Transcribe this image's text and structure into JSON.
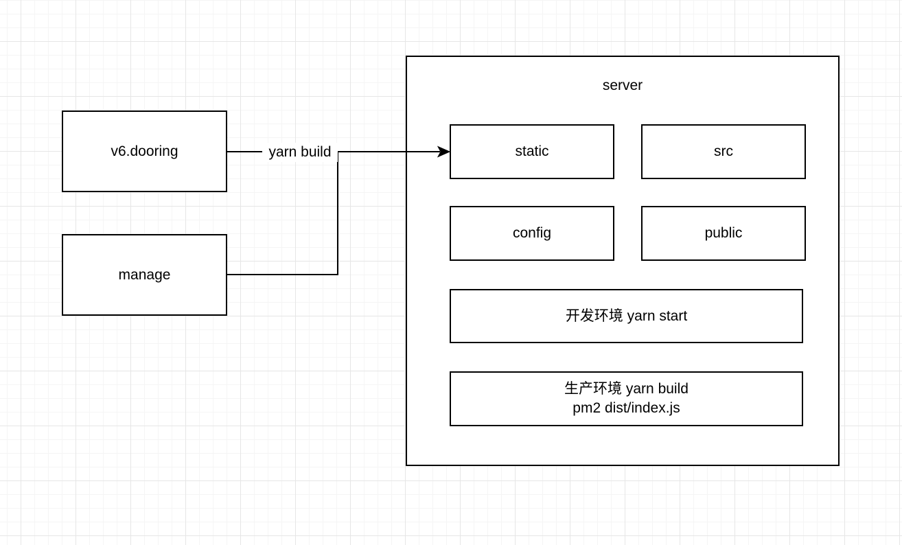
{
  "diagram": {
    "nodes": {
      "v6dooring": "v6.dooring",
      "manage": "manage",
      "server": "server",
      "static": "static",
      "src": "src",
      "config": "config",
      "public": "public",
      "dev_env": "开发环境 yarn start",
      "prod_env_line1": "生产环境 yarn build",
      "prod_env_line2": "pm2 dist/index.js"
    },
    "edges": {
      "yarn_build_label": "yarn build"
    },
    "colors": {
      "stroke": "#000000",
      "node_fill": "#ffffff",
      "canvas_background": "#ffffff",
      "grid_minor": "#f5f5f5",
      "grid_major": "#e6e6e6"
    }
  }
}
